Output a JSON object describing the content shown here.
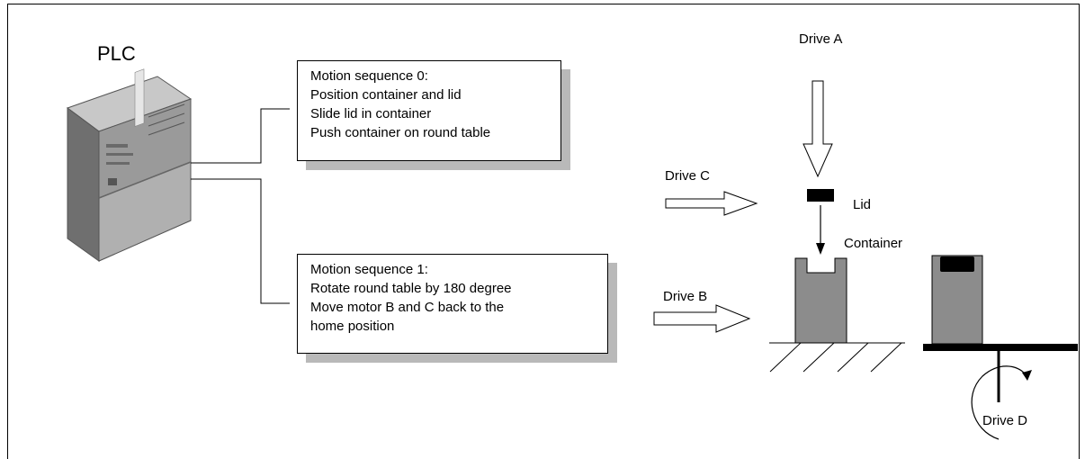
{
  "plc": {
    "label": "PLC"
  },
  "sequences": [
    {
      "title": "Motion sequence 0:",
      "steps": [
        "Position container and lid",
        "Slide lid in container",
        "Push container on round table"
      ]
    },
    {
      "title": "Motion sequence 1:",
      "steps": [
        "Rotate round table by 180 degree",
        "Move motor B and C back to the",
        "home position"
      ]
    }
  ],
  "labels": {
    "drive_a": "Drive A",
    "drive_b": "Drive B",
    "drive_c": "Drive C",
    "drive_d": "Drive D",
    "lid": "Lid",
    "container": "Container"
  },
  "colors": {
    "container_gray": "#8c8c8c",
    "shadow_gray": "#b9b9b9",
    "plc_body": "#9a9a9a"
  }
}
